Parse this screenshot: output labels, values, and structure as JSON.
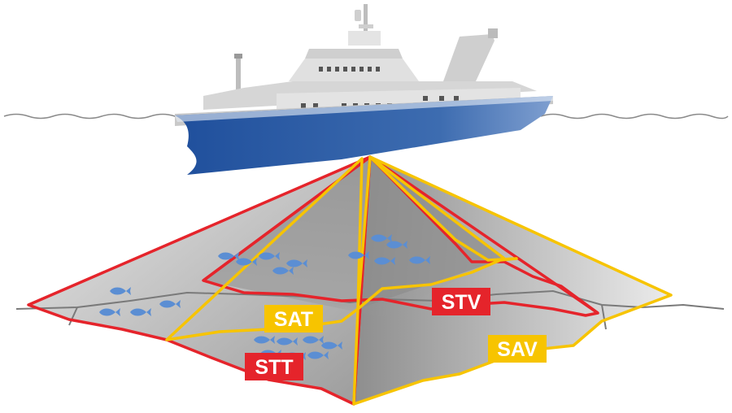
{
  "labels": {
    "sat": "SAT",
    "stv": "STV",
    "stt": "STT",
    "sav": "SAV"
  },
  "colors": {
    "red": "#e5242b",
    "yellow": "#f7c400",
    "hull_blue": "#2f5fa8",
    "ship_grey": "#d9dadb",
    "sea_line": "#8a8a8a",
    "fish": "#5b8ed3"
  }
}
